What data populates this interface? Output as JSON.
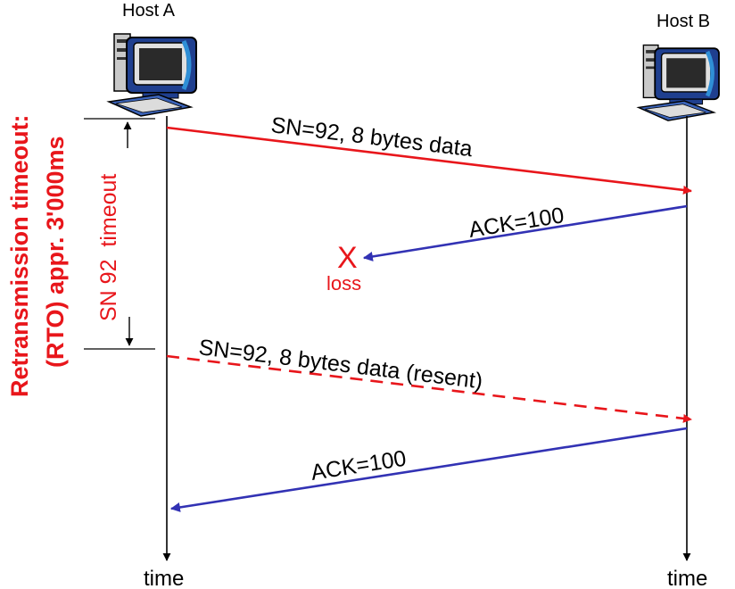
{
  "hosts": {
    "a": {
      "label": "Host A"
    },
    "b": {
      "label": "Host B"
    }
  },
  "timeline": {
    "a_time_label": "time",
    "b_time_label": "time"
  },
  "messages": [
    {
      "text": "SN=92, 8 bytes data",
      "direction": "A to B",
      "color": "#e8161b",
      "style": "solid"
    },
    {
      "text": "ACK=100",
      "direction": "B to A",
      "color": "#3232b4",
      "style": "solid",
      "outcome": "lost"
    },
    {
      "text": "SN=92, 8 bytes data (resent)",
      "direction": "A to B",
      "color": "#e8161b",
      "style": "dashed"
    },
    {
      "text": "ACK=100",
      "direction": "B to A",
      "color": "#3232b4",
      "style": "solid"
    }
  ],
  "loss": {
    "mark": "X",
    "label": "loss"
  },
  "timeout": {
    "label": "SN 92  timeout",
    "rto_line1": "Retransmission timeout:",
    "rto_line2": "(RTO) appr. 3'000ms"
  },
  "icons": {
    "host_icon": "desktop-computer-icon"
  },
  "colors": {
    "data": "#e8161b",
    "ack": "#3232b4",
    "annotation": "#e8161b"
  }
}
